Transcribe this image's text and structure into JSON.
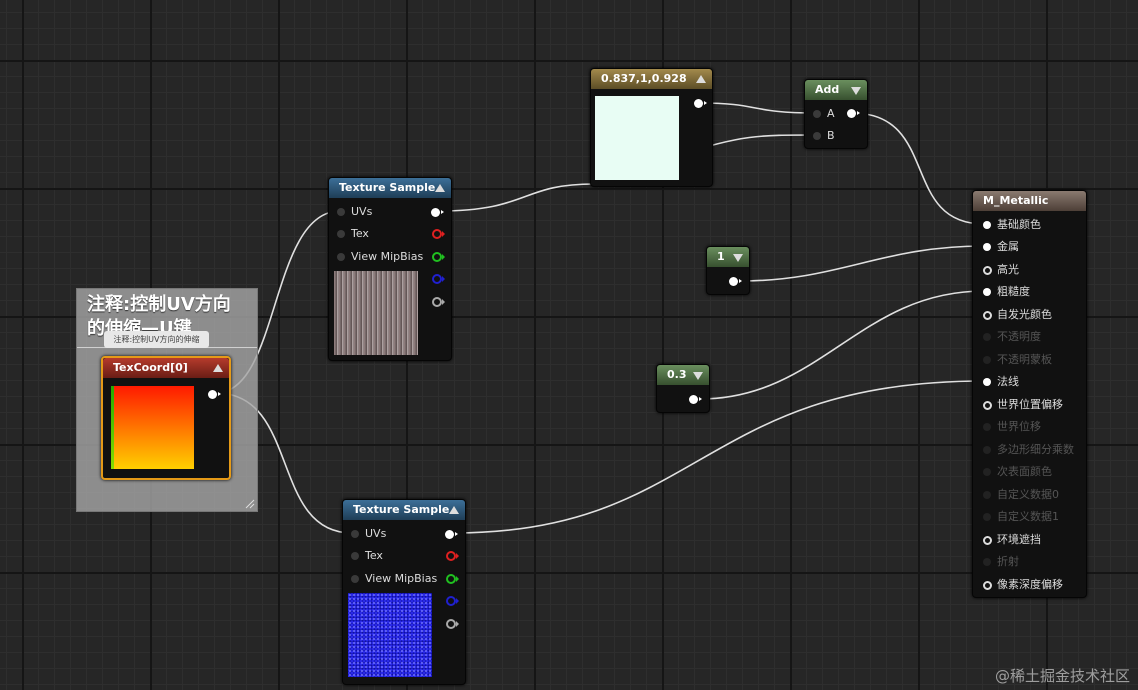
{
  "comment": {
    "text": "注释:控制UV方向的伸缩—U键",
    "tooltip": "注释:控制UV方向的伸缩"
  },
  "texcoord": {
    "title": "TexCoord[0]"
  },
  "texture_sample_1": {
    "title": "Texture Sample",
    "pins": [
      "UVs",
      "Tex",
      "View MipBias"
    ]
  },
  "texture_sample_2": {
    "title": "Texture Sample",
    "pins": [
      "UVs",
      "Tex",
      "View MipBias"
    ]
  },
  "constant3": {
    "title": "0.837,1,0.928",
    "color": "#e8fdf4"
  },
  "add_node": {
    "title": "Add",
    "pins": [
      "A",
      "B"
    ]
  },
  "const_1": {
    "title": "1"
  },
  "const_03": {
    "title": "0.3"
  },
  "material": {
    "title": "M_Metallic",
    "pins": [
      "基础颜色",
      "金属",
      "高光",
      "粗糙度",
      "自发光颜色",
      "不透明度",
      "不透明蒙板",
      "法线",
      "世界位置偏移",
      "世界位移",
      "多边形细分乘数",
      "次表面颜色",
      "自定义数据0",
      "自定义数据1",
      "环境遮挡",
      "折射",
      "像素深度偏移"
    ]
  },
  "watermark": "@稀土掘金技术社区",
  "colors": {
    "wire": "#e0e0e0",
    "node_bg": "#111111",
    "selection": "#e59a17"
  }
}
